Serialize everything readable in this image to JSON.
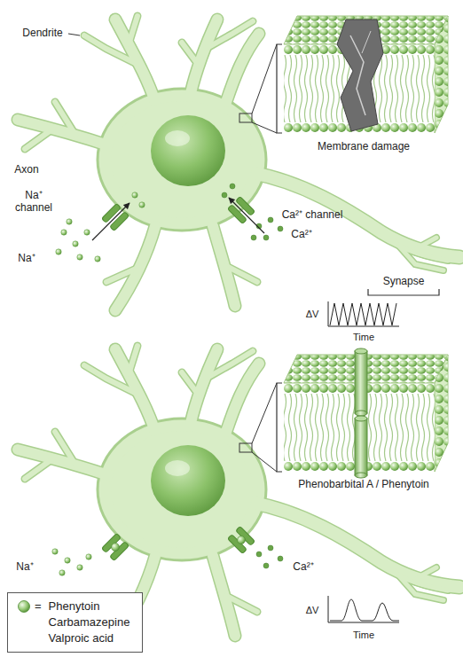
{
  "diagram": {
    "labels": [
      "Dendrite",
      "Axon",
      "Na⁺ channel",
      "Na⁺",
      "Ca²⁺ channel",
      "Ca²⁺",
      "Membrane damage",
      "Synapse",
      "ΔV",
      "Time",
      "Phenobarbital A / Phenytoin",
      "Na⁺",
      "Ca²⁺",
      "ΔV",
      "Time",
      "="
    ],
    "legend": [
      {
        "text": "Phenytoin"
      },
      {
        "text": "Carbamazepine"
      },
      {
        "text": "Valproic acid"
      }
    ]
  }
}
